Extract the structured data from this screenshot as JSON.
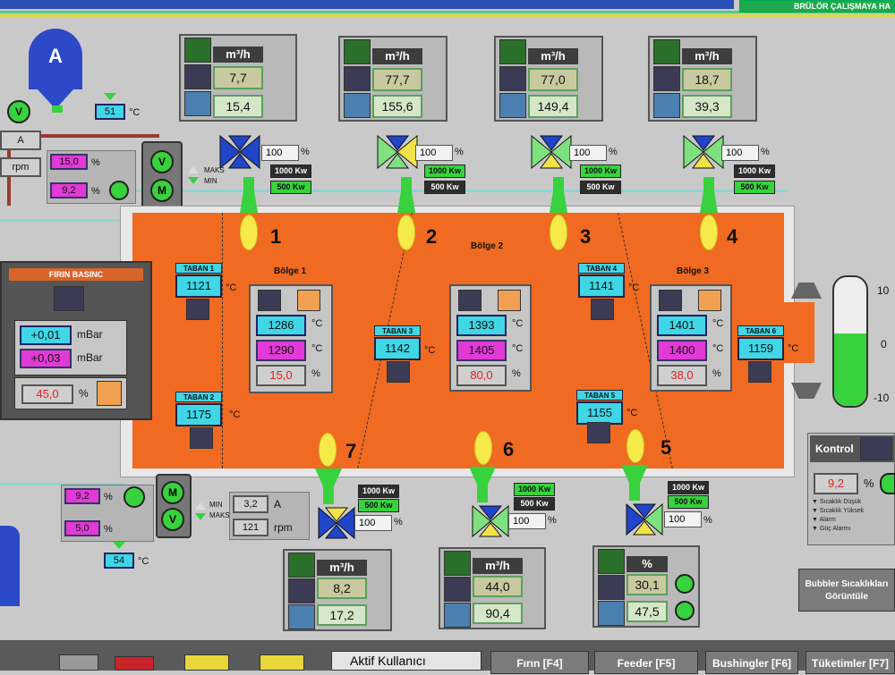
{
  "top_banner": "BRÜLÖR ÇALIŞMAYA HA",
  "burner_panels": [
    {
      "unit": "m³/h",
      "v1": "7,7",
      "v2": "15,4"
    },
    {
      "unit": "m³/h",
      "v1": "77,7",
      "v2": "155,6"
    },
    {
      "unit": "m³/h",
      "v1": "77,0",
      "v2": "149,4"
    },
    {
      "unit": "m³/h",
      "v1": "18,7",
      "v2": "39,3"
    }
  ],
  "bottom_panels": [
    {
      "unit": "m³/h",
      "v1": "8,2",
      "v2": "17,2"
    },
    {
      "unit": "m³/h",
      "v1": "44,0",
      "v2": "90,4"
    },
    {
      "unit": "%",
      "v1": "30,1",
      "v2": "47,5"
    }
  ],
  "valve_pct": "100",
  "pct_sign": "%",
  "kw_max": "1000 Kw",
  "kw_min": "500 Kw",
  "burner_numbers": [
    "1",
    "2",
    "3",
    "4",
    "7",
    "6",
    "5"
  ],
  "zones": {
    "z1": "Bölge 1",
    "z2": "Bölge 2",
    "z3": "Bölge 3"
  },
  "zone_panels": [
    {
      "t1": "1286",
      "t2": "1290",
      "p": "15,0"
    },
    {
      "t1": "1393",
      "t2": "1405",
      "p": "80,0"
    },
    {
      "t1": "1401",
      "t2": "1400",
      "p": "38,0"
    }
  ],
  "deg_c": "°C",
  "tabans": [
    {
      "name": "TABAN 1",
      "value": "1121"
    },
    {
      "name": "TABAN 2",
      "value": "1175"
    },
    {
      "name": "TABAN 3",
      "value": "1142"
    },
    {
      "name": "TABAN 4",
      "value": "1141"
    },
    {
      "name": "TABAN 5",
      "value": "1155"
    },
    {
      "name": "TABAN 6",
      "value": "1159"
    }
  ],
  "firin_basinc": {
    "title": "FIRIN BASINC",
    "v1": "+0,01",
    "v2": "+0,03",
    "unit": "mBar",
    "out": "45,0",
    "pct": "%"
  },
  "tank_a": {
    "label": "A",
    "v": "V",
    "temp": "51",
    "unit": "°C"
  },
  "motor_top": {
    "v1": "15,0",
    "v2": "9,2",
    "left1": "A",
    "left2": "rpm",
    "maks": "MAKS",
    "min": "MIN"
  },
  "motor_bottom": {
    "v1": "9,2",
    "v2": "5,0",
    "temp": "54",
    "a_val": "3,2",
    "a_unit": "A",
    "rpm_val": "121",
    "rpm_unit": "rpm",
    "min": "MIN",
    "maks": "MAKS"
  },
  "scale": {
    "top": "10",
    "mid": "0",
    "bot": "-10"
  },
  "kontrol": {
    "title": "Kontrol",
    "value": "9,2",
    "pct": "%"
  },
  "alarms": [
    "Sıcaklık Düşük",
    "Sıcaklık Yüksek",
    "Alarm",
    "Güç Alarmı"
  ],
  "bubbler_btn": "Bubbler Sıcaklıkları Görüntüle",
  "toolbar": {
    "active_user": "Aktif Kullanıcı",
    "firin": "Fırın [F4]",
    "feeder": "Feeder [F5]",
    "bushingler": "Bushingler [F6]",
    "tuketimler": "Tüketimler [F7]"
  },
  "colors": {
    "furnace": "#f06a22",
    "cyan": "#3fd6e6",
    "magenta": "#e23ad6",
    "green": "#37d23d"
  }
}
